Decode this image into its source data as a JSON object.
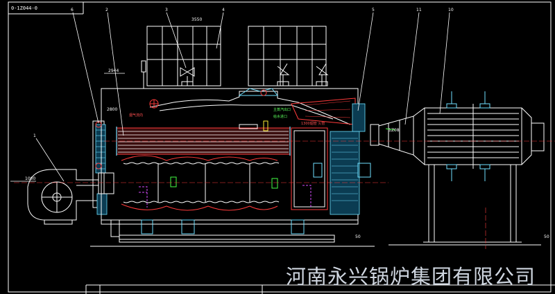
{
  "drawing_number": "0-1Z044-0",
  "watermark": "河南永兴锅炉集团有限公司",
  "part_labels": [
    "1",
    "6",
    "2",
    "3",
    "4",
    "5",
    "11",
    "10"
  ],
  "dimensions": {
    "top_elev": "3550",
    "left_elev": "2944",
    "burner_elev": "1000",
    "side_elev": "2800",
    "right_dim_1": "50",
    "right_dim_2": "50",
    "flue_label": "1Z08"
  },
  "annotations": {
    "steam_outlet": "主蒸汽出口",
    "water_inlet": "给水进口",
    "fire_tube": "1300烟管 火管",
    "flow": "烟气流向"
  },
  "colors": {
    "white": "#ffffff",
    "red": "#ff3b3b",
    "cyan": "#6fe0ff",
    "magenta": "#d94cff",
    "green": "#45ff45",
    "yellow": "#ffee33"
  }
}
